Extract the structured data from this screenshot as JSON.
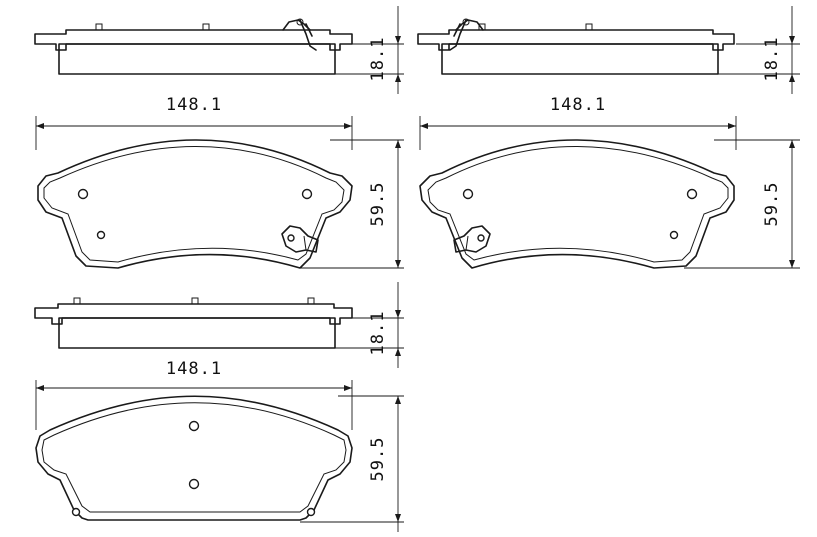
{
  "dimensions": {
    "width": "148.1",
    "height": "59.5",
    "thickness": "18.1"
  }
}
